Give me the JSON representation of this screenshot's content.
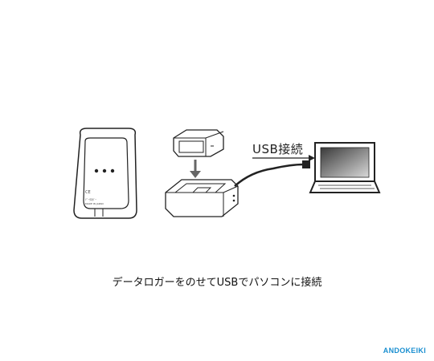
{
  "labels": {
    "usb_connection": "USB接続",
    "caption": "データロガーをのせてUSBでパソコンに接続",
    "brand": "ANDOKEIKI"
  },
  "logger_back": {
    "ce_mark": "CE",
    "model_text": "ﾃﾞｰﾀﾛｶﾞｰ",
    "origin_text": "MADE IN JAPAN"
  },
  "colors": {
    "line": "#222222",
    "screen_top": "#3a3a3a",
    "screen_bottom": "#d8d8d8",
    "brand": "#1a8fd0"
  }
}
